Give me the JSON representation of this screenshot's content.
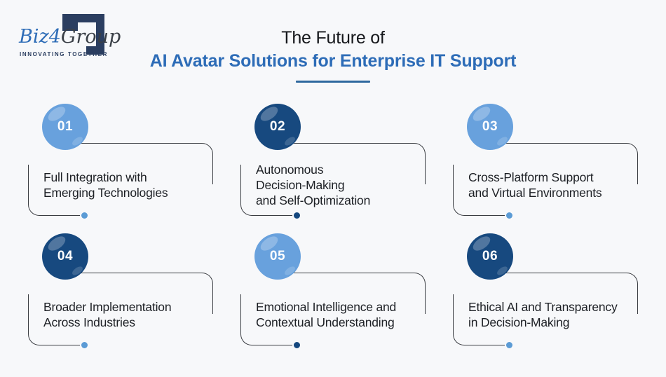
{
  "brand": {
    "name_primary": "Biz",
    "name_accent": "4",
    "name_secondary": "Group",
    "tagline": "INNOVATING TOGETHER"
  },
  "header": {
    "title_line1": "The Future of",
    "title_line2": "AI Avatar Solutions for Enterprise IT Support"
  },
  "colors": {
    "background": "#F7F8FA",
    "accent_blue": "#2D6CB7",
    "title_dark": "#15171B",
    "text_dark": "#1D2025",
    "circle_light": "#68A1DD",
    "circle_dark": "#17497F",
    "dot_light": "#5B9BD5",
    "dot_dark": "#14477E",
    "connector_line": "#3A3D42",
    "logo_navy": "#2B3E60"
  },
  "items": [
    {
      "number": "01",
      "variant": "light",
      "dot_variant": "light",
      "lines": [
        "Full Integration with",
        "Emerging Technologies"
      ]
    },
    {
      "number": "02",
      "variant": "dark",
      "dot_variant": "dark",
      "lines": [
        "Autonomous",
        "Decision-Making",
        "and Self-Optimization"
      ]
    },
    {
      "number": "03",
      "variant": "light",
      "dot_variant": "light",
      "lines": [
        "Cross-Platform Support",
        "and Virtual Environments"
      ]
    },
    {
      "number": "04",
      "variant": "dark",
      "dot_variant": "light",
      "lines": [
        "Broader Implementation",
        "Across Industries"
      ]
    },
    {
      "number": "05",
      "variant": "light",
      "dot_variant": "dark",
      "lines": [
        "Emotional Intelligence and",
        "Contextual Understanding"
      ]
    },
    {
      "number": "06",
      "variant": "dark",
      "dot_variant": "light",
      "lines": [
        "Ethical AI and Transparency",
        "in Decision-Making"
      ]
    }
  ]
}
